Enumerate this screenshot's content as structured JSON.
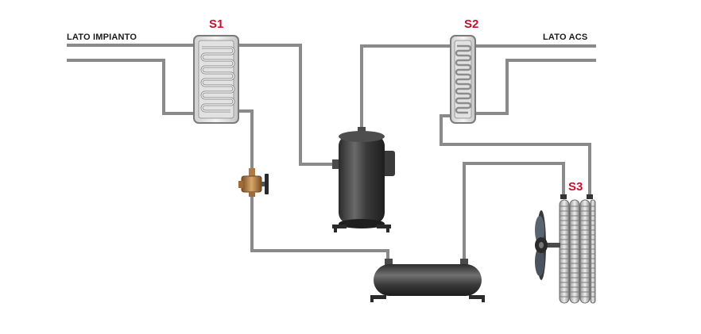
{
  "labels": {
    "lato_impianto": "LATO IMPIANTO",
    "lato_acs": "LATO ACS",
    "s1": "S1",
    "s2": "S2",
    "s3": "S3"
  },
  "colors": {
    "pipe": "#8a8a8a",
    "tag": "#c8102e",
    "compressor": "#3c3c3c",
    "valve": "#b07a45"
  }
}
